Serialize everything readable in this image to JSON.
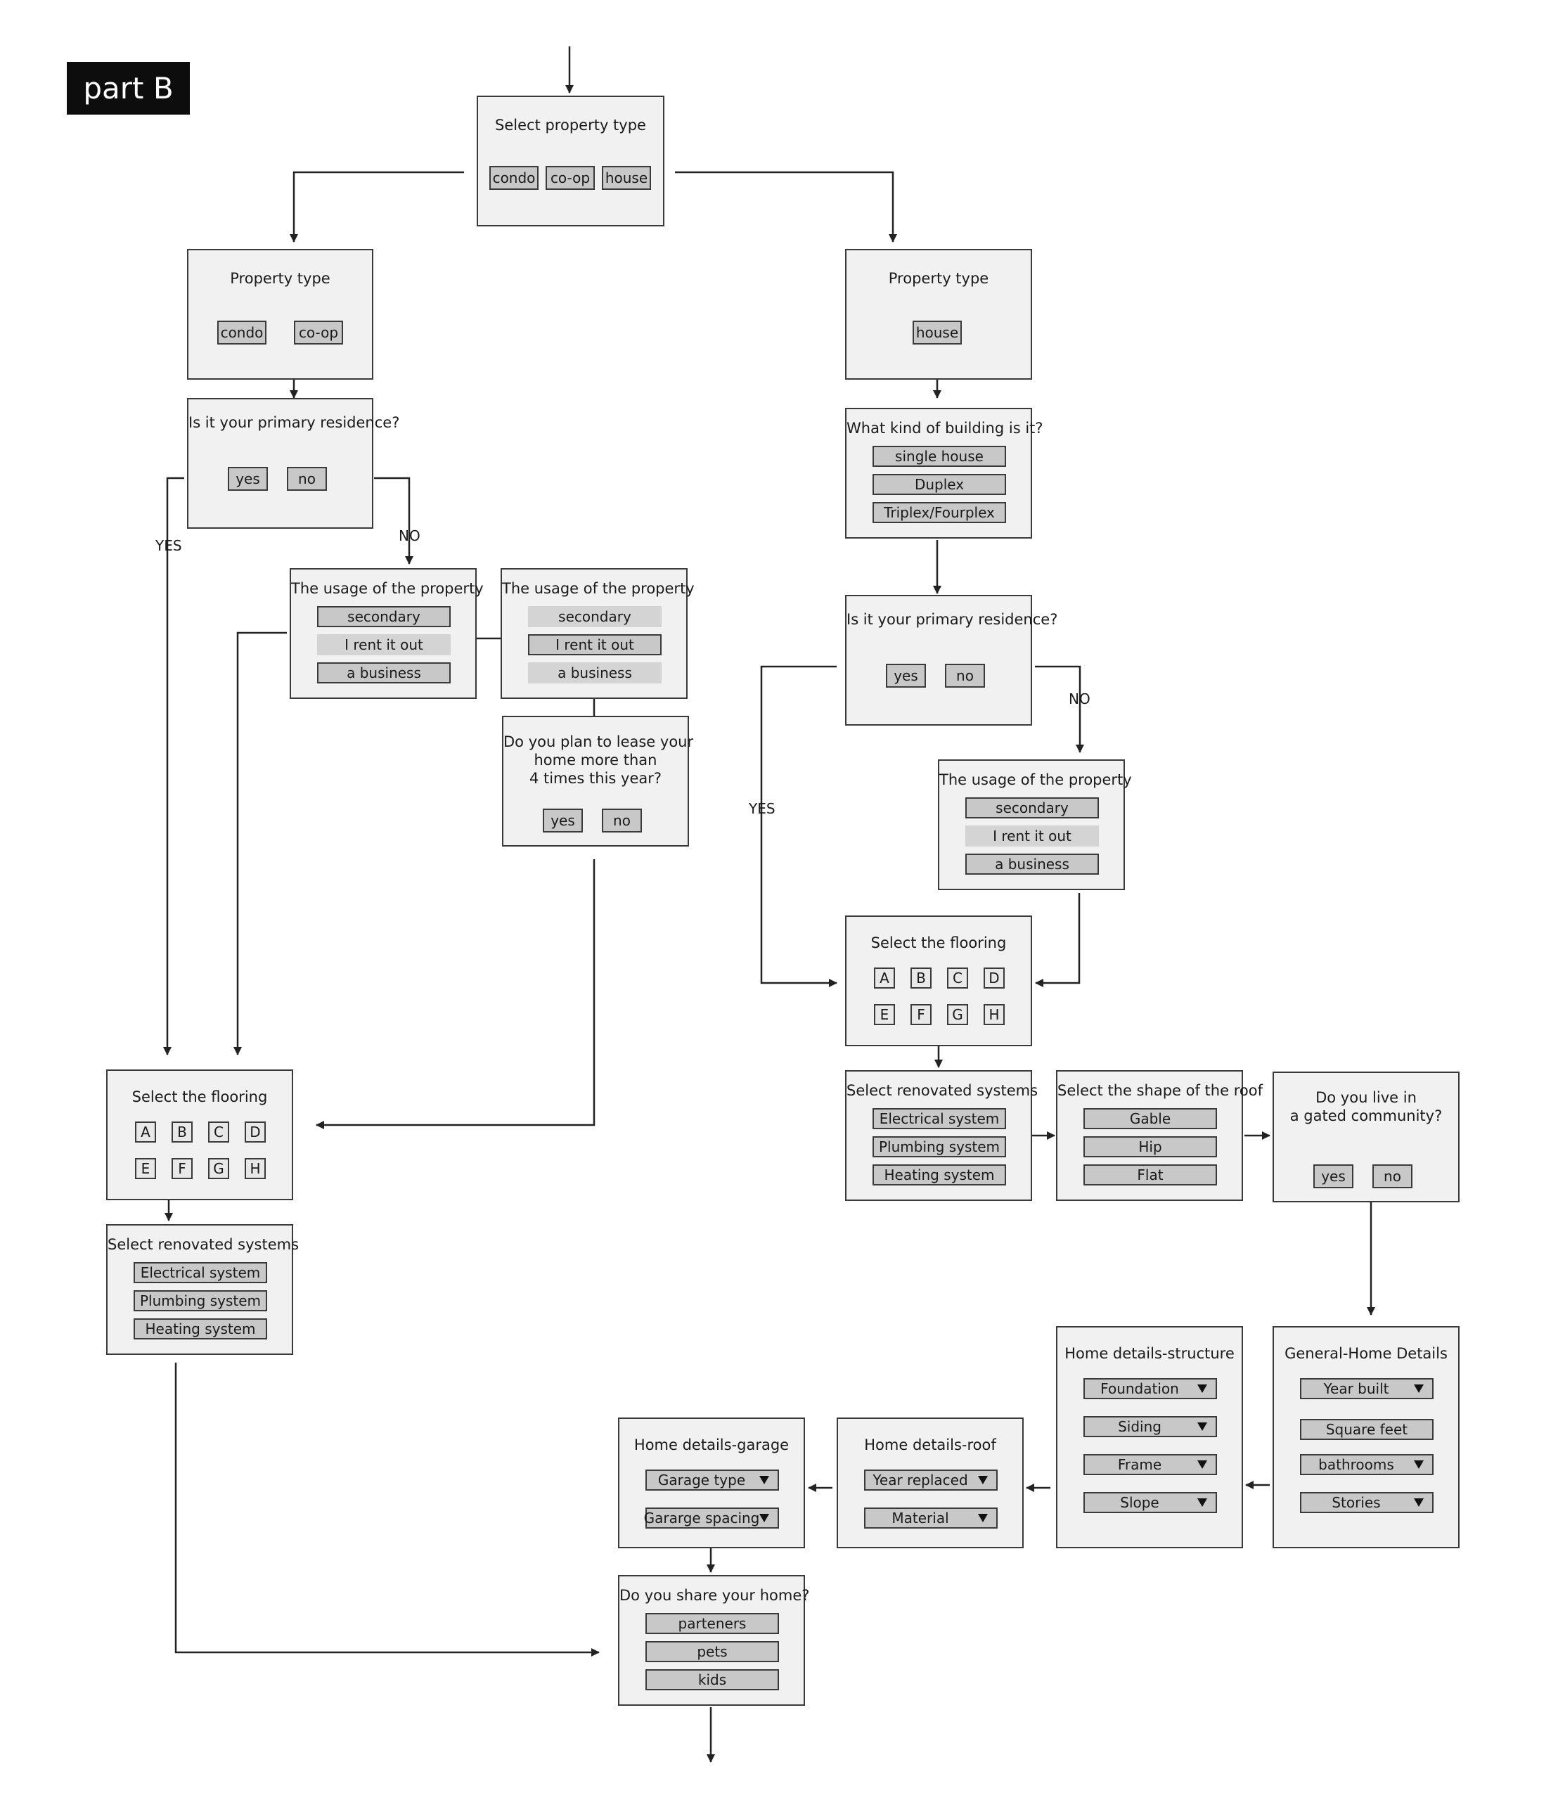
{
  "part_label": "part B",
  "select_type": {
    "title": "Select property type",
    "options": [
      "condo",
      "co-op",
      "house"
    ]
  },
  "left": {
    "property_type": {
      "title": "Property type",
      "options": [
        "condo",
        "co-op"
      ]
    },
    "primary": {
      "title": "Is it your primary residence?",
      "yes": "yes",
      "no": "no"
    },
    "yes_label": "YES",
    "no_label": "NO",
    "usage1": {
      "title": "The usage of the property",
      "options": [
        "secondary",
        "I rent it out",
        "a business"
      ]
    },
    "usage2": {
      "title": "The usage of the property",
      "options": [
        "secondary",
        "I rent it out",
        "a business"
      ]
    },
    "lease": {
      "lines": [
        "Do you plan to lease your",
        "home more than",
        "4 times this year?"
      ],
      "yes": "yes",
      "no": "no"
    },
    "flooring": {
      "title": "Select the flooring",
      "letters": [
        "A",
        "B",
        "C",
        "D",
        "E",
        "F",
        "G",
        "H"
      ]
    },
    "renovated": {
      "title": "Select renovated systems",
      "options": [
        "Electrical system",
        "Plumbing system",
        "Heating system"
      ]
    }
  },
  "right": {
    "property_type": {
      "title": "Property type",
      "options": [
        "house"
      ]
    },
    "building": {
      "title": "What kind of building is it?",
      "options": [
        "single house",
        "Duplex",
        "Triplex/Fourplex"
      ]
    },
    "primary": {
      "title": "Is it your primary residence?",
      "yes": "yes",
      "no": "no"
    },
    "yes_label": "YES",
    "no_label": "NO",
    "usage": {
      "title": "The usage of the property",
      "options": [
        "secondary",
        "I rent it out",
        "a business"
      ]
    },
    "flooring": {
      "title": "Select the flooring",
      "letters": [
        "A",
        "B",
        "C",
        "D",
        "E",
        "F",
        "G",
        "H"
      ]
    },
    "renovated": {
      "title": "Select renovated systems",
      "options": [
        "Electrical system",
        "Plumbing system",
        "Heating system"
      ]
    },
    "roof_shape": {
      "title": "Select the shape of the roof",
      "options": [
        "Gable",
        "Hip",
        "Flat"
      ]
    },
    "gated": {
      "lines": [
        "Do you live in",
        "a gated community?"
      ],
      "yes": "yes",
      "no": "no"
    },
    "general": {
      "title": "General-Home Details",
      "dropdowns": [
        "Year built",
        "Square feet",
        "bathrooms",
        "Stories"
      ]
    },
    "structure": {
      "title": "Home details-structure",
      "dropdowns": [
        "Foundation",
        "Siding",
        "Frame",
        "Slope"
      ]
    },
    "roof": {
      "title": "Home details-roof",
      "dropdowns": [
        "Year replaced",
        "Material"
      ]
    },
    "garage": {
      "title": "Home details-garage",
      "dropdowns": [
        "Garage type",
        "Gararge spacing"
      ]
    },
    "share": {
      "title": "Do you share your home?",
      "options": [
        "parteners",
        "pets",
        "kids"
      ]
    }
  }
}
